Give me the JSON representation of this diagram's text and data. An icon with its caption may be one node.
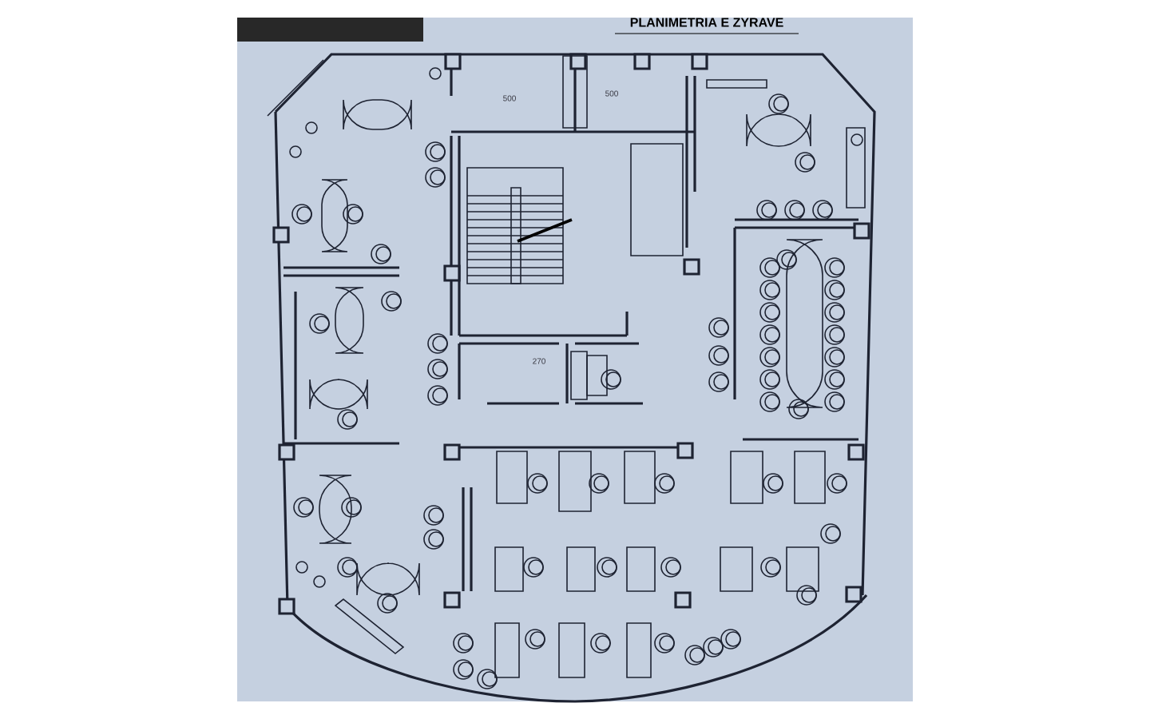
{
  "diagram": {
    "title": "PLANIMETRIA E ZYRAVE",
    "labels": [
      "500",
      "500",
      "270"
    ]
  }
}
